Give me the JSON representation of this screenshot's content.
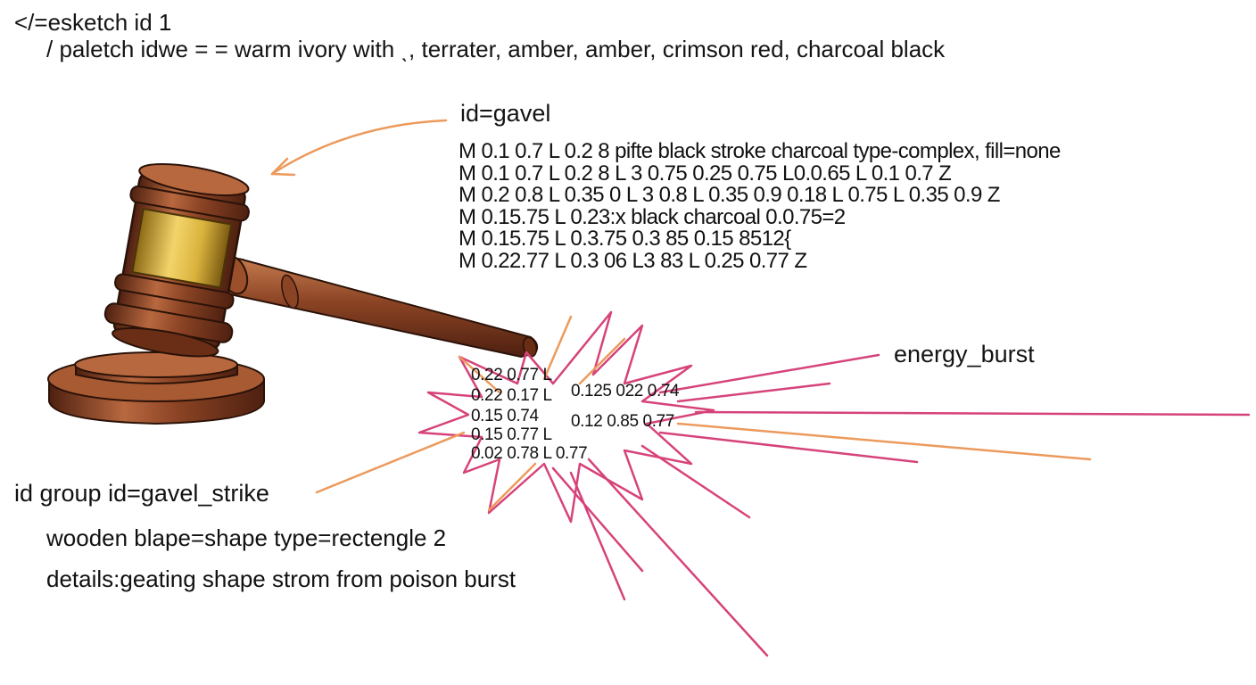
{
  "header": {
    "line1": "</=esketch id 1",
    "line2": "/ paletch idwe = = warm ivory with ˎ, terrater, amber, amber, crimson red, charcoal black"
  },
  "gavel_label": "id=gavel",
  "path_lines": [
    "M 0.1 0.7 L 0.2 8 pifte black stroke  charcoal type-complex, fill=none",
    "M 0.1 0.7 L 0.2 8 L 3 0.75 0.25 0.75 L0.0.65 L 0.1 0.7 Z",
    "M 0.2 0.8 L 0.35 0 L 3 0.8 L 0.35 0.9 0.18 L 0.75 L 0.35 0.9 Z",
    "M 0.15.75 L 0.23:x black charcoal 0.0.75=2",
    "M 0.15.75 L 0.3.75 0.3 85  0.15 8512{",
    "M 0.22.77 L 0.3 06 L3 83 L 0.25 0.77 Z"
  ],
  "energy_label": "energy_burst",
  "burst_coords": {
    "left": [
      "0.22 0.77 L",
      "0.22 0.17 L",
      "0.15 0.74",
      "0.15 0.77 L",
      "0.02 0.78 L 0.77"
    ],
    "right": [
      "0.125 022 0.74",
      "0.12 0.85 0.77"
    ]
  },
  "group": {
    "title": "id group id=gavel_strike",
    "line1": "wooden blape=shape type=rectengle 2",
    "line2": "details:geating shape  strom from poison burst"
  },
  "colors": {
    "wood_dark": "#5a2714",
    "wood_mid": "#8a4324",
    "wood_light": "#b8683f",
    "gold": "#d9b23c",
    "orange_line": "#ec9a5c",
    "crimson_line": "#d6437a",
    "ink": "#141414"
  }
}
